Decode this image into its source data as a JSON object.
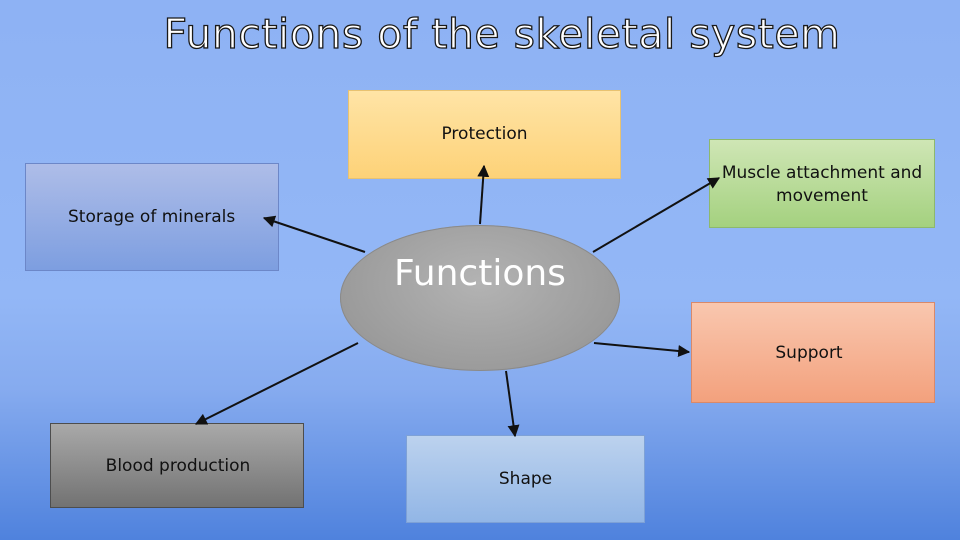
{
  "title": "Functions of the skeletal system",
  "center": {
    "label": "Functions"
  },
  "boxes": {
    "protection": "Protection",
    "muscle": "Muscle attachment and movement",
    "storage": "Storage of minerals",
    "support": "Support",
    "blood": "Blood production",
    "shape": "Shape"
  }
}
